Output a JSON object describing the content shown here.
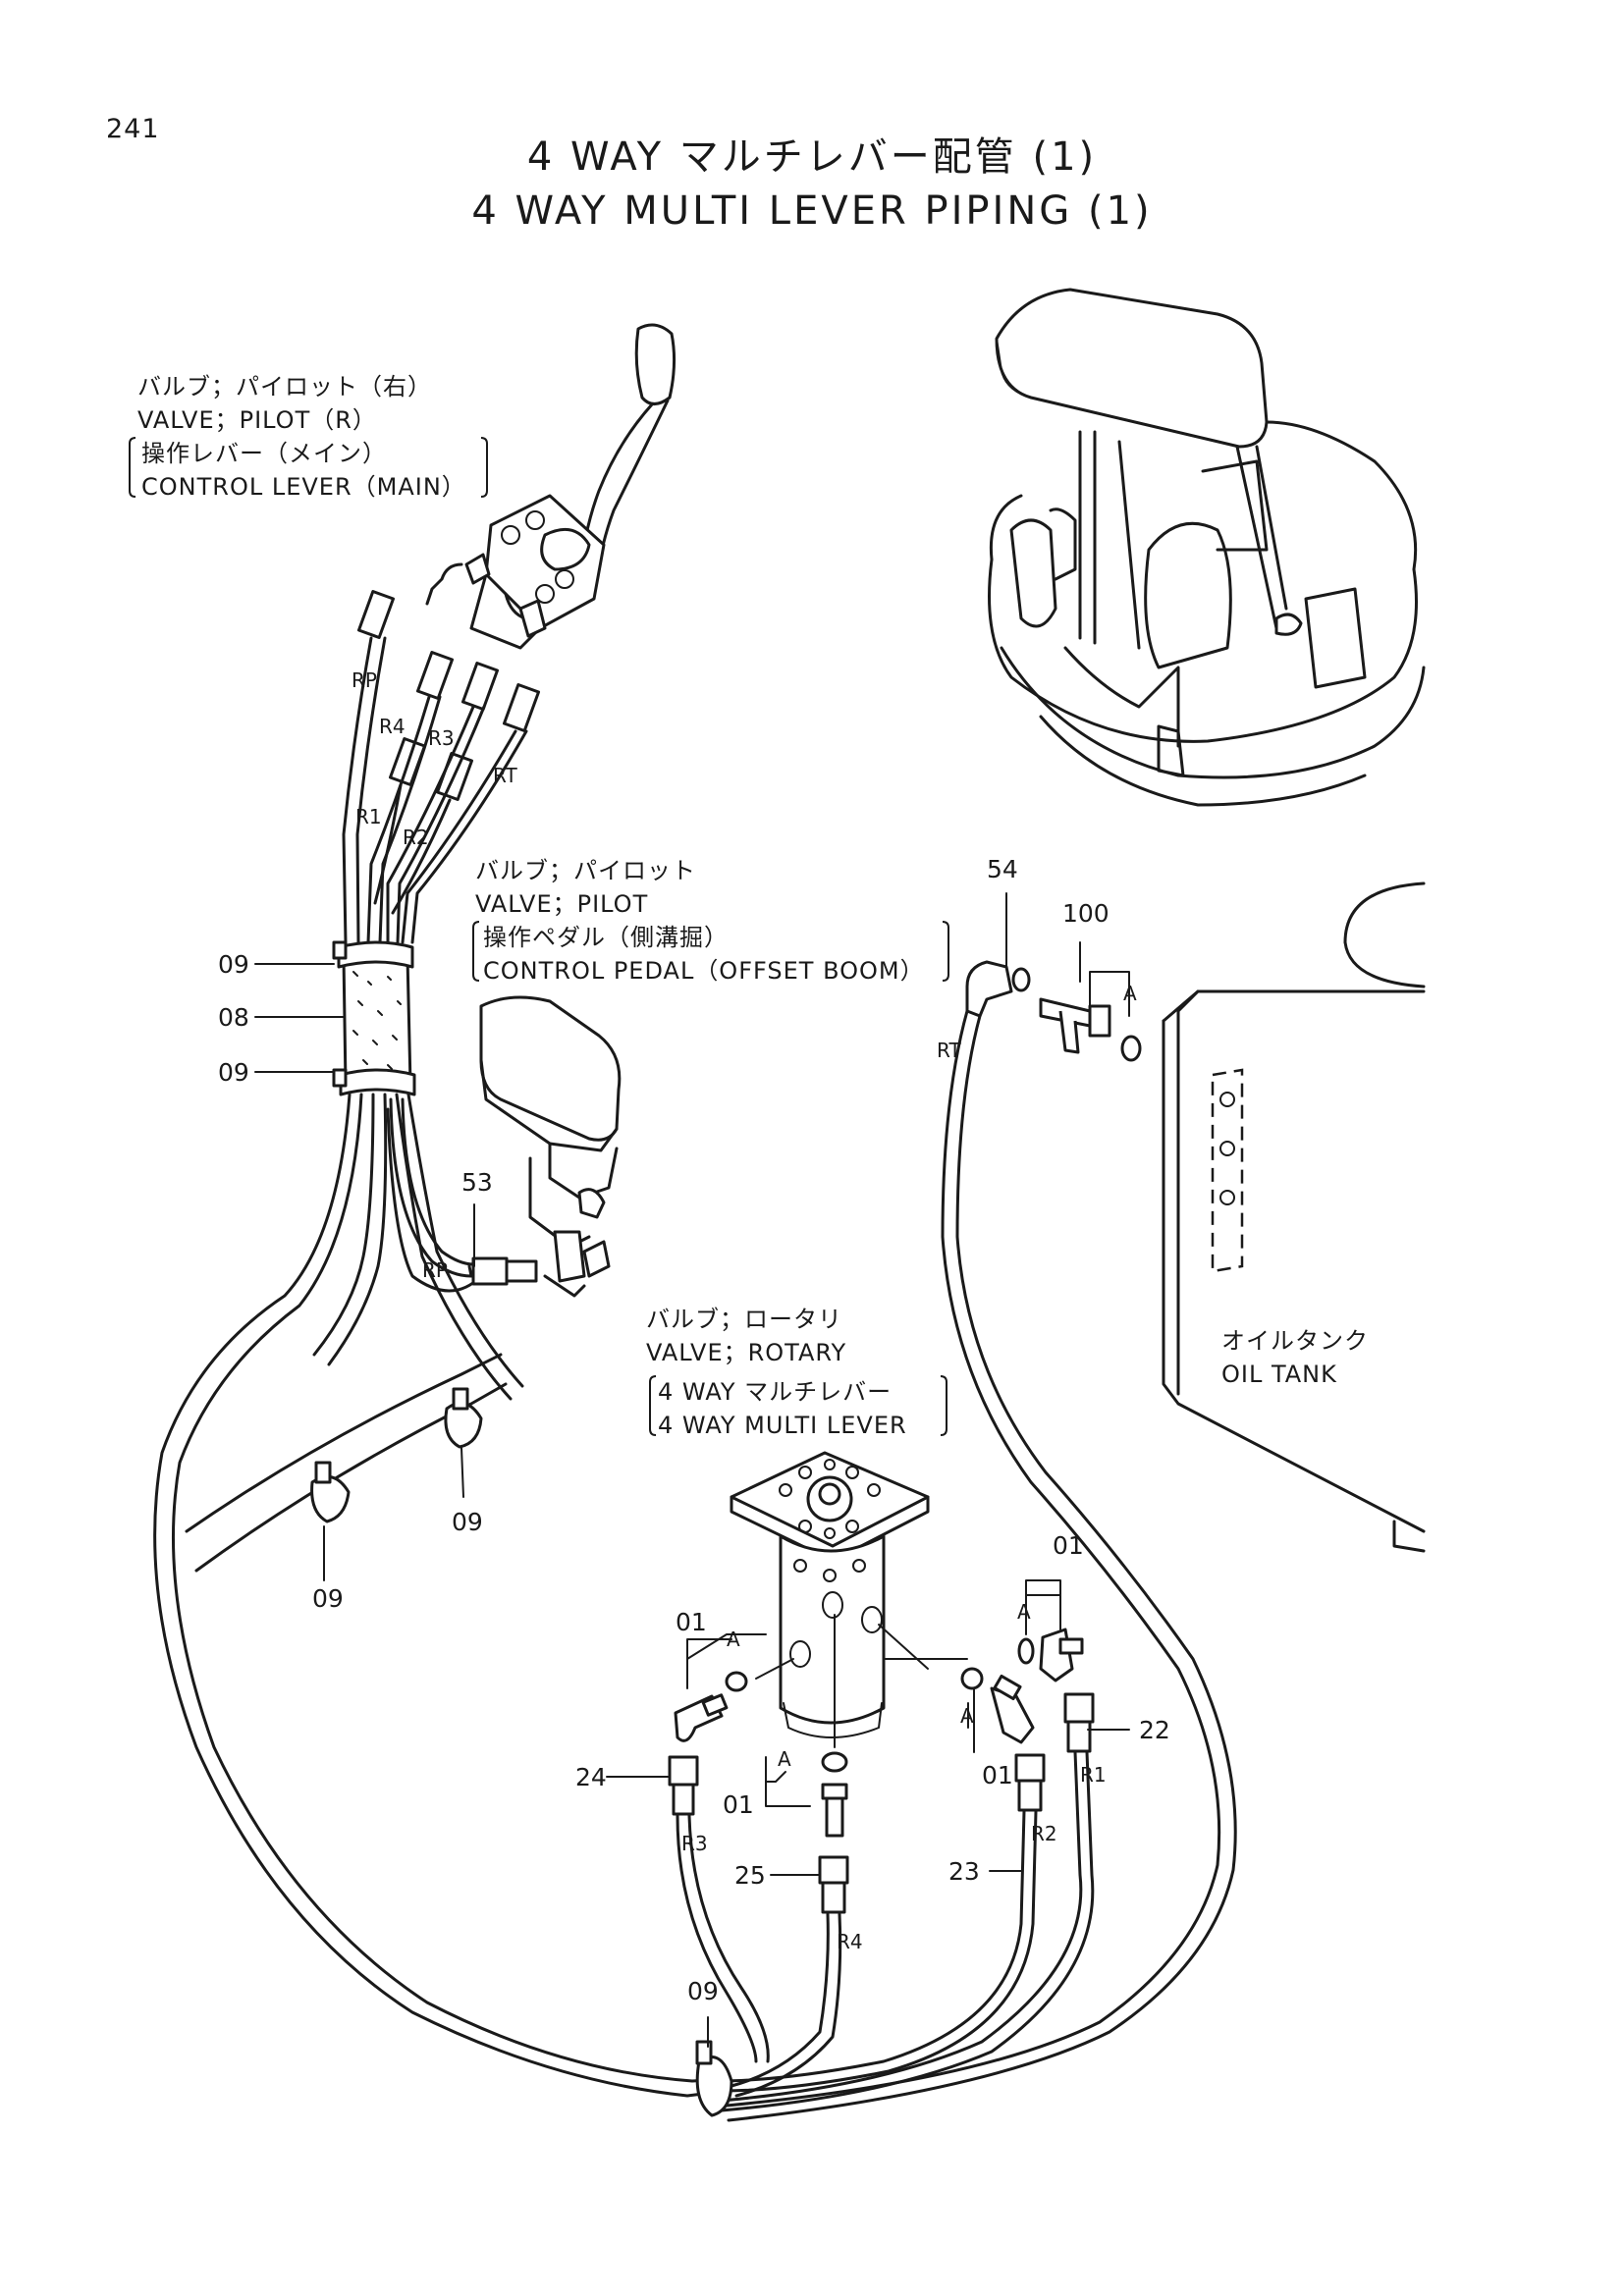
{
  "page_number": "241",
  "title": {
    "jp": "4 WAY マルチレバー配管 (1)",
    "en": "4 WAY MULTI LEVER PIPING (1)"
  },
  "callouts": {
    "valve_pilot_r": {
      "jp": "バルブ；パイロット（右）",
      "en": "VALVE；PILOT（R）",
      "sub_jp": "操作レバー（メイン）",
      "sub_en": "CONTROL LEVER（MAIN）"
    },
    "valve_pilot": {
      "jp": "バルブ；パイロット",
      "en": "VALVE；PILOT",
      "sub_jp": "操作ペダル（側溝掘）",
      "sub_en": "CONTROL PEDAL（OFFSET BOOM）"
    },
    "valve_rotary": {
      "jp": "バルブ；ロータリ",
      "en": "VALVE；ROTARY",
      "sub_jp": "4 WAY マルチレバー",
      "sub_en": "4 WAY MULTI LEVER"
    },
    "oil_tank": {
      "jp": "オイルタンク",
      "en": "OIL TANK"
    }
  },
  "hose_labels": {
    "rp_top": "RP",
    "r4_top": "R4",
    "r3_top": "R3",
    "rt_top": "RT",
    "r1_top": "R1",
    "r2_top": "R2",
    "rp_pedal": "RP",
    "rt_tank": "RT",
    "r3_bottom": "R3",
    "r4_bottom": "R4",
    "r2_bottom": "R2",
    "r1_bottom": "R1"
  },
  "part_numbers": {
    "clamp_upper": "09",
    "sleeve": "08",
    "clamp_lower": "09",
    "fitting_pedal": "53",
    "elbow_tank": "54",
    "tee_tank": "100",
    "clamp_mid_right": "09",
    "clamp_mid_left": "09",
    "clamp_bottom": "09",
    "elbow_left": "01",
    "elbow_bottom": "01",
    "elbow_right_top": "01",
    "elbow_right_low": "01",
    "hose_24": "24",
    "hose_25": "25",
    "hose_23": "23",
    "hose_22": "22"
  },
  "oring_labels": {
    "tank": "A",
    "left": "A",
    "bottom": "A",
    "right_top": "A",
    "right_low": "A"
  }
}
